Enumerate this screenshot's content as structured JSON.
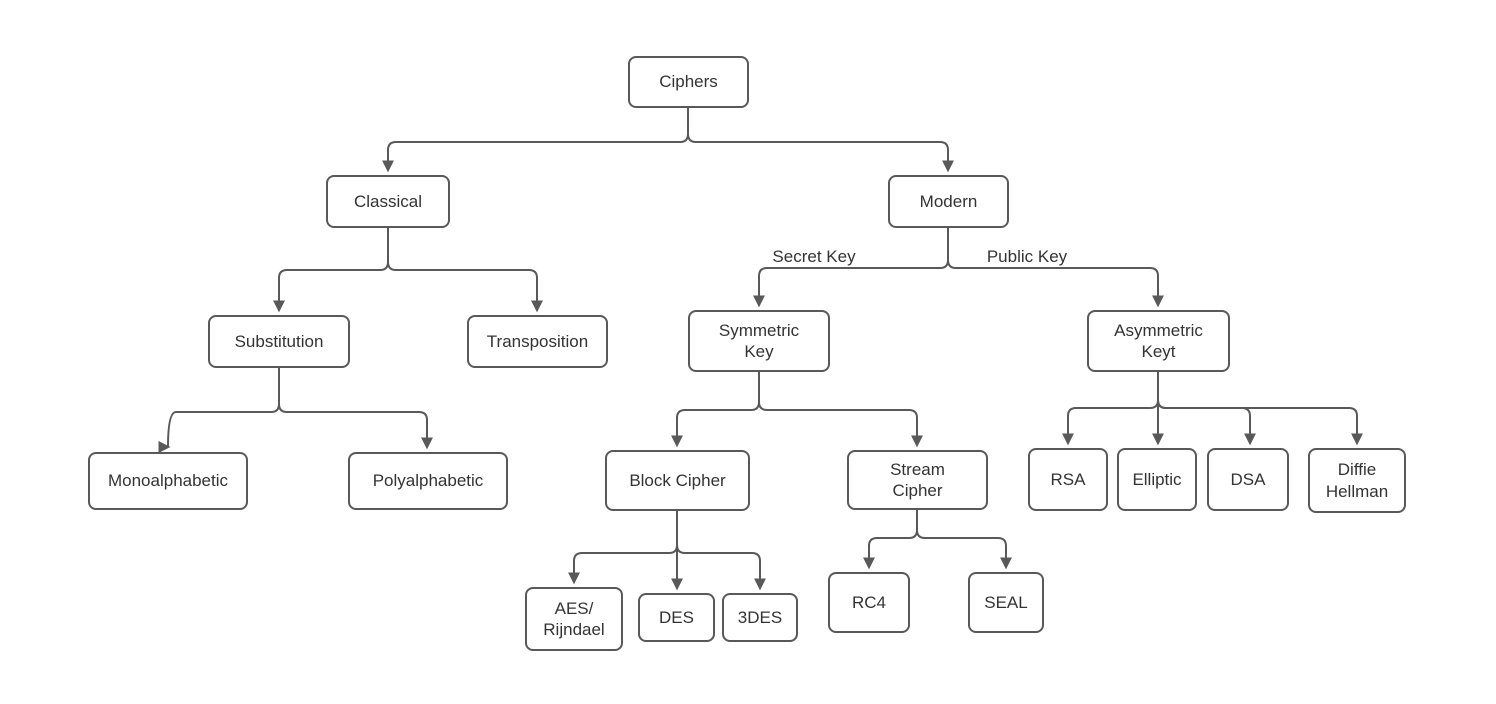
{
  "nodes": {
    "ciphers": "Ciphers",
    "classical": "Classical",
    "modern": "Modern",
    "substitution": "Substitution",
    "transposition": "Transposition",
    "symmetric_key": "Symmetric\nKey",
    "asymmetric_keyt": "Asymmetric\nKeyt",
    "monoalphabetic": "Monoalphabetic",
    "polyalphabetic": "Polyalphabetic",
    "block_cipher": "Block Cipher",
    "stream_cipher": "Stream\nCipher",
    "rsa": "RSA",
    "elliptic": "Elliptic",
    "dsa": "DSA",
    "diffie_hellman": "Diffie\nHellman",
    "aes_rijndael": "AES/\nRijndael",
    "des": "DES",
    "tdes": "3DES",
    "rc4": "RC4",
    "seal": "SEAL"
  },
  "edge_labels": {
    "secret_key": "Secret Key",
    "public_key": "Public Key"
  },
  "edges": [
    {
      "from": "Ciphers",
      "to": "Classical",
      "label": ""
    },
    {
      "from": "Ciphers",
      "to": "Modern",
      "label": ""
    },
    {
      "from": "Classical",
      "to": "Substitution",
      "label": ""
    },
    {
      "from": "Classical",
      "to": "Transposition",
      "label": ""
    },
    {
      "from": "Modern",
      "to": "Symmetric Key",
      "label": "Secret Key"
    },
    {
      "from": "Modern",
      "to": "Asymmetric Keyt",
      "label": "Public Key"
    },
    {
      "from": "Substitution",
      "to": "Monoalphabetic",
      "label": ""
    },
    {
      "from": "Substitution",
      "to": "Polyalphabetic",
      "label": ""
    },
    {
      "from": "Symmetric Key",
      "to": "Block Cipher",
      "label": ""
    },
    {
      "from": "Symmetric Key",
      "to": "Stream Cipher",
      "label": ""
    },
    {
      "from": "Asymmetric Keyt",
      "to": "RSA",
      "label": ""
    },
    {
      "from": "Asymmetric Keyt",
      "to": "Elliptic",
      "label": ""
    },
    {
      "from": "Asymmetric Keyt",
      "to": "DSA",
      "label": ""
    },
    {
      "from": "Asymmetric Keyt",
      "to": "Diffie Hellman",
      "label": ""
    },
    {
      "from": "Block Cipher",
      "to": "AES/ Rijndael",
      "label": ""
    },
    {
      "from": "Block Cipher",
      "to": "DES",
      "label": ""
    },
    {
      "from": "Block Cipher",
      "to": "3DES",
      "label": ""
    },
    {
      "from": "Stream Cipher",
      "to": "RC4",
      "label": ""
    },
    {
      "from": "Stream Cipher",
      "to": "SEAL",
      "label": ""
    }
  ],
  "colors": {
    "node-border": "#595959",
    "edge-line": "#595959",
    "text": "#333333",
    "background": "#ffffff"
  }
}
